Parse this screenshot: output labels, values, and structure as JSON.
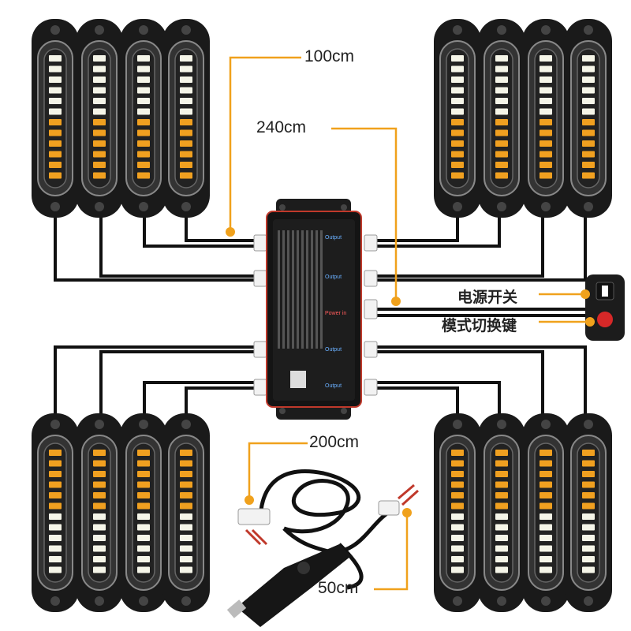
{
  "labels": {
    "len_100": "100cm",
    "len_240": "240cm",
    "len_200": "200cm",
    "len_50": "50cm",
    "power_switch": "电源开关",
    "mode_key": "模式切换键"
  },
  "controller": {
    "ports": [
      "Output",
      "Output",
      "Power in",
      "Output",
      "Output"
    ]
  },
  "colors": {
    "leader": "#f0a11c",
    "led_white": "#f5f5e8",
    "led_amber": "#f0a020",
    "housing": "#1a1a1a",
    "wire": "#111111"
  }
}
